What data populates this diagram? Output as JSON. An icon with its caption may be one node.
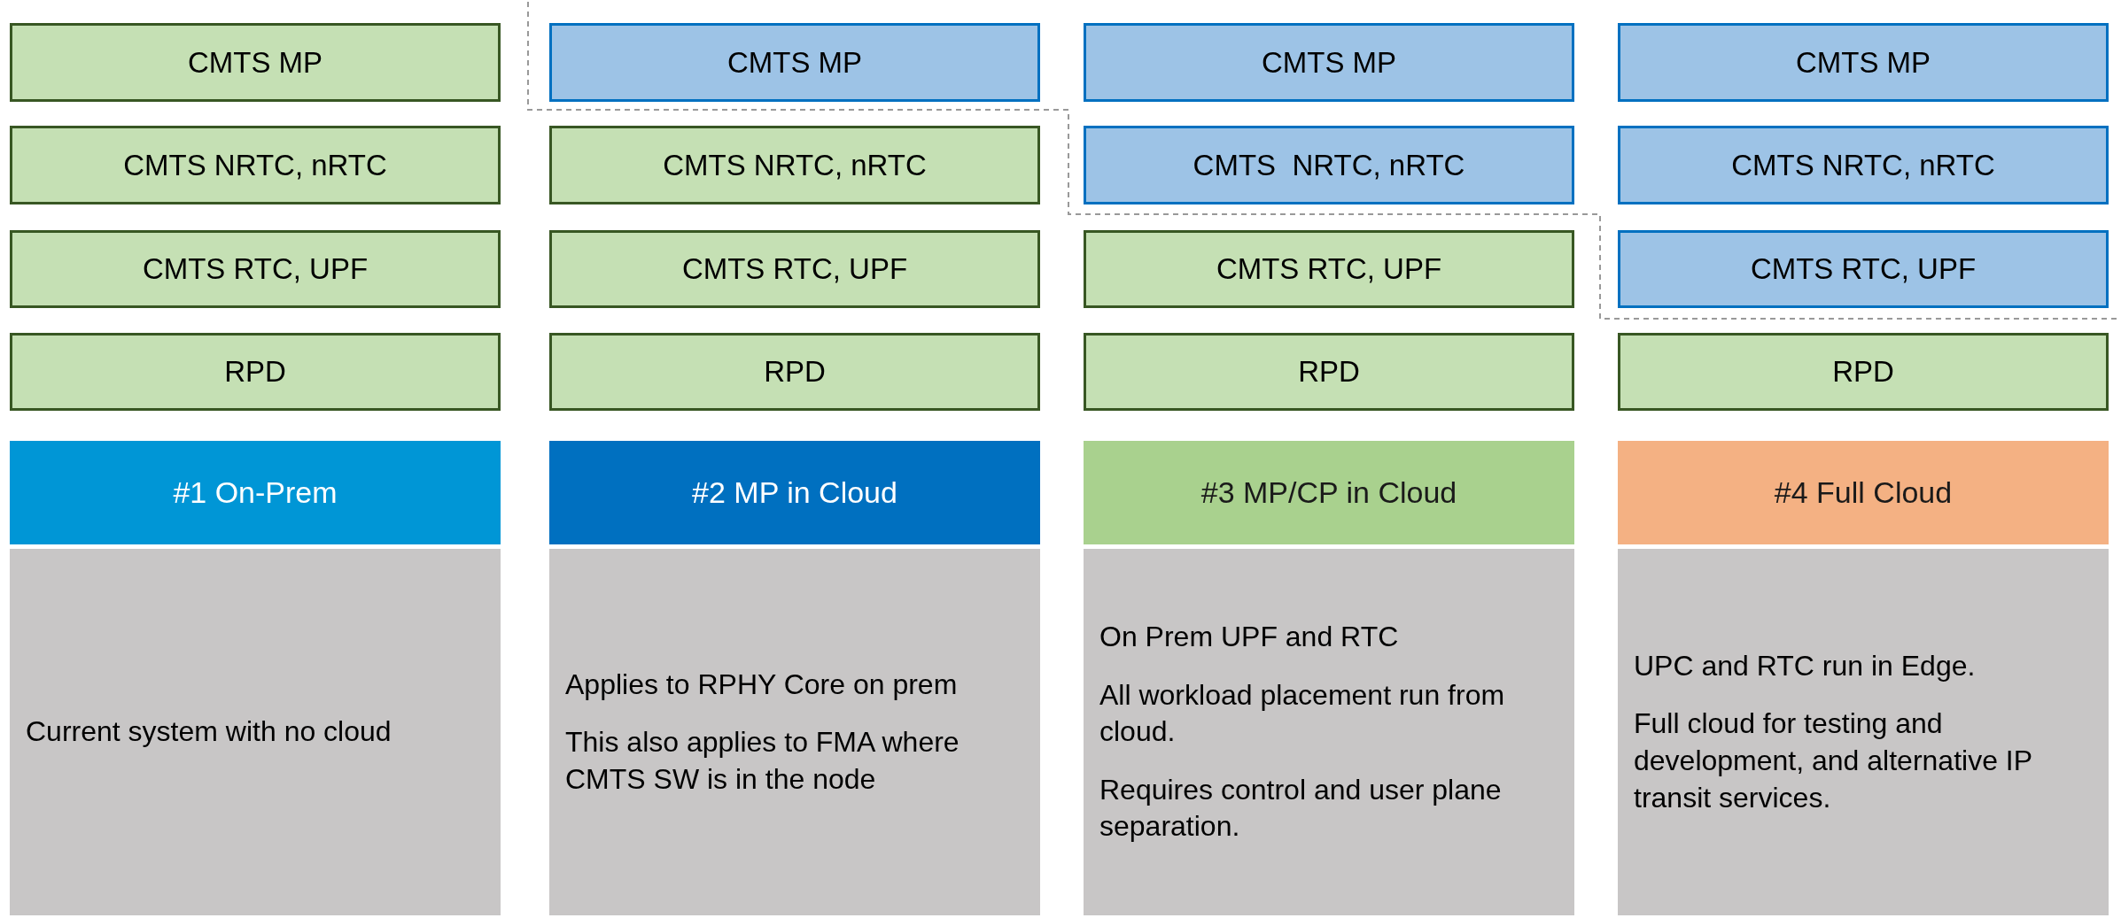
{
  "diagram": {
    "nodes": [
      {
        "text": [
          "CMTS MP"
        ]
      },
      {
        "text": [
          "CMTS NRTC, nRTC"
        ]
      },
      {
        "text": [
          "CMTS RTC, UPF"
        ]
      },
      {
        "text": [
          "RPD"
        ]
      },
      {
        "text": [
          "#1 On-Prem"
        ]
      },
      {
        "text": [
          "Current system with no cloud"
        ]
      },
      {
        "text": [
          "CMTS MP"
        ]
      },
      {
        "text": [
          "CMTS NRTC, nRTC"
        ]
      },
      {
        "text": [
          "CMTS RTC, UPF"
        ]
      },
      {
        "text": [
          "RPD"
        ]
      },
      {
        "text": [
          "#2 MP in Cloud"
        ]
      },
      {
        "text": [
          "Applies to RPHY Core on prem",
          "This also applies to FMA where CMTS SW is in the node"
        ]
      },
      {
        "text": [
          "CMTS MP"
        ]
      },
      {
        "text": [
          "CMTS  NRTC, nRTC"
        ]
      },
      {
        "text": [
          "CMTS RTC, UPF"
        ]
      },
      {
        "text": [
          "RPD"
        ]
      },
      {
        "text": [
          "#3 MP/CP in Cloud"
        ]
      },
      {
        "text": [
          "On Prem UPF and RTC",
          "All workload placement run from cloud.",
          "Requires control and user plane separation."
        ]
      },
      {
        "text": [
          "CMTS MP"
        ]
      },
      {
        "text": [
          "CMTS NRTC, nRTC"
        ]
      },
      {
        "text": [
          "CMTS RTC, UPF"
        ]
      },
      {
        "text": [
          "RPD"
        ]
      },
      {
        "text": [
          "#4 Full Cloud"
        ]
      },
      {
        "text": [
          "UPC and RTC run in Edge.",
          "Full cloud for testing and development, and alternative IP transit services."
        ]
      }
    ]
  }
}
